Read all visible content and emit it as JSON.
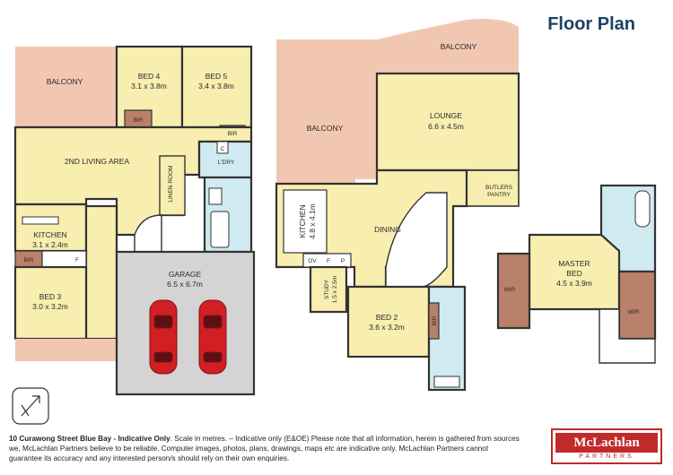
{
  "header": {
    "title": "Floor Plan"
  },
  "rooms": {
    "balcony_left": "BALCONY",
    "bed4": {
      "name": "BED 4",
      "size": "3.1 x 3.8m"
    },
    "bed5": {
      "name": "BED 5",
      "size": "3.4 x 3.8m"
    },
    "bir_bed4": "BIR",
    "bir_bed5": "BIR",
    "living2": "2ND LIVING AREA",
    "linen": "LINEN ROOM",
    "c_cupboard": "C",
    "laundry": "L'DRY",
    "kitchen_lower": {
      "name": "KITCHEN",
      "size": "3.1 x 2.4m"
    },
    "bir_bed3": "BIR",
    "fridge": "F",
    "bed3": {
      "name": "BED 3",
      "size": "3.0 x 3.2m"
    },
    "garage": {
      "name": "GARAGE",
      "size": "6.5 x 6.7m"
    },
    "balcony_top": "BALCONY",
    "balcony_mid": "BALCONY",
    "lounge": {
      "name": "LOUNGE",
      "size": "6.6 x 4.5m"
    },
    "butlers": [
      "BUTLERS",
      "PANTRY"
    ],
    "kitchen_upper": {
      "name": "KITCHEN",
      "size": "4.8 x 4.1m"
    },
    "dining": "DINING",
    "ov": "OV",
    "f_upper": "F",
    "p_upper": "P",
    "study": {
      "name": "STUDY",
      "size": "1.5 x 2.5m"
    },
    "bed2": {
      "name": "BED 2",
      "size": "3.6 x 3.2m"
    },
    "bir_bed2": "BIR",
    "master": {
      "name1": "MASTER",
      "name2": "BED",
      "size": "4.5 x 3.9m"
    },
    "wir_left": "WIR",
    "wir_right": "WIR"
  },
  "footer": {
    "address": "10 Curawong Street Blue Bay - Indicative Only",
    "line1_rest": ". Scale in metres.  – Indicative only (E&OE) Please note that all information, herein is gathered from sources",
    "line2": "we, McLachlan Partners believe to be reliable. Computer images, photos, plans, drawings, maps etc are indicative only. McLachlan Partners cannot",
    "line3": "guarantee its accuracy and any interested person/s should rely on their own enquiries."
  },
  "logo": {
    "name": "McLachlan",
    "sub": "PARTNERS"
  },
  "colors": {
    "room": "#f7eeb0",
    "balcony": "#f2c7b2",
    "garage": "#d4d4d4",
    "wet": "#cfeaf1",
    "wir": "#b9806a",
    "wall": "#333333",
    "title": "#1f3f66",
    "brand": "#c22a2a",
    "car": "#d21f24"
  }
}
